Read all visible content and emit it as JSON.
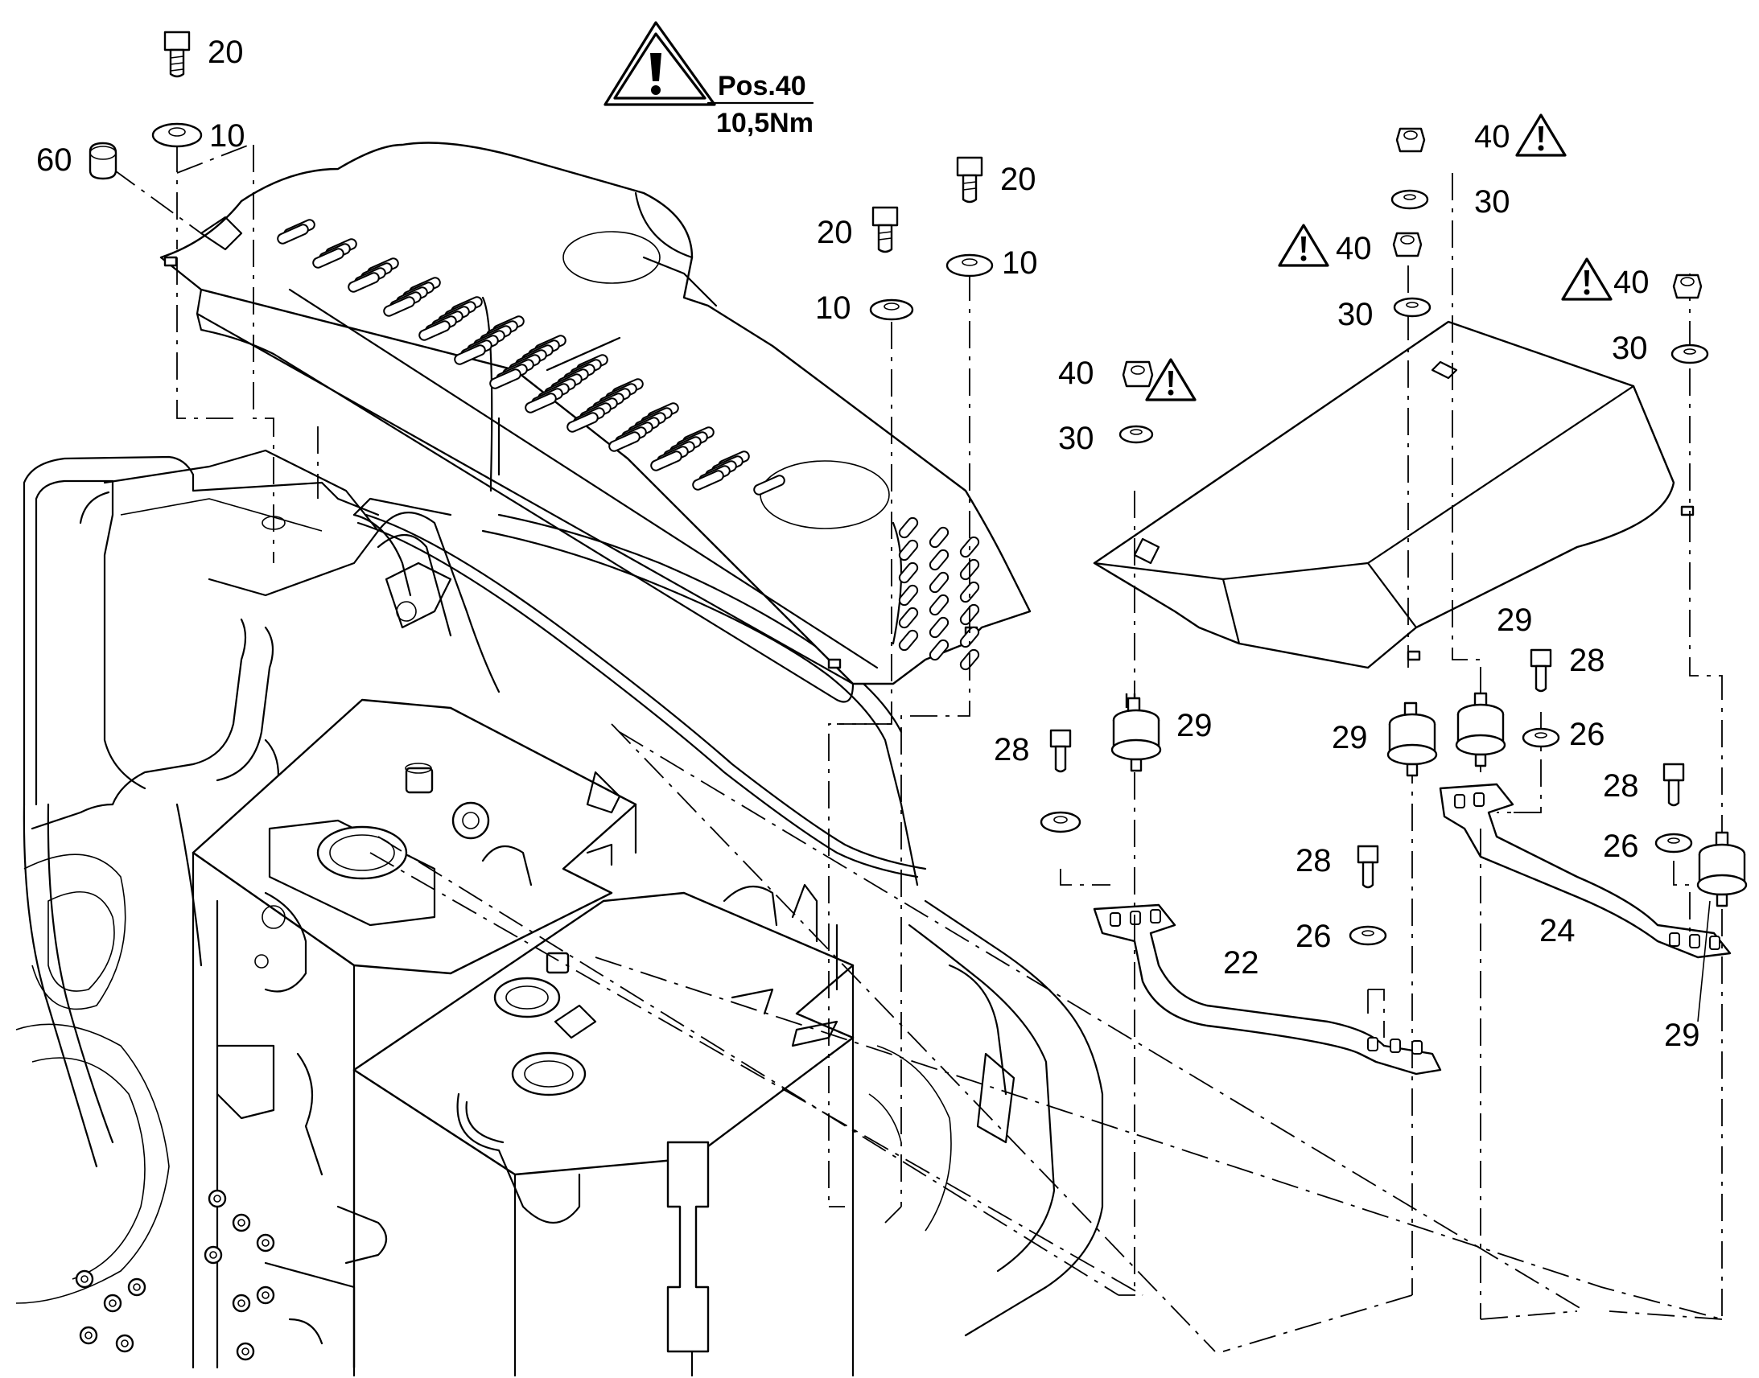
{
  "torque_note": {
    "position": "Pos.40",
    "torque": "10,5Nm",
    "icon": "warning-triangle-icon"
  },
  "callouts": [
    {
      "id": "c20-a",
      "text": "20"
    },
    {
      "id": "c10-a",
      "text": "10"
    },
    {
      "id": "c60",
      "text": "60"
    },
    {
      "id": "c20-b",
      "text": "20"
    },
    {
      "id": "c10-b",
      "text": "10"
    },
    {
      "id": "c20-c",
      "text": "20"
    },
    {
      "id": "c10-c",
      "text": "10"
    },
    {
      "id": "c40-a",
      "text": "40"
    },
    {
      "id": "c30-a",
      "text": "30"
    },
    {
      "id": "c40-b",
      "text": "40"
    },
    {
      "id": "c30-b",
      "text": "30"
    },
    {
      "id": "c40-c",
      "text": "40"
    },
    {
      "id": "c30-c",
      "text": "30"
    },
    {
      "id": "c40-d",
      "text": "40"
    },
    {
      "id": "c30-d",
      "text": "30"
    },
    {
      "id": "c29-a",
      "text": "29"
    },
    {
      "id": "c28-a",
      "text": "28"
    },
    {
      "id": "c29-b",
      "text": "29"
    },
    {
      "id": "c29-c",
      "text": "29"
    },
    {
      "id": "c28-b",
      "text": "28"
    },
    {
      "id": "c26-a",
      "text": "26"
    },
    {
      "id": "c28-c",
      "text": "28"
    },
    {
      "id": "c26-b",
      "text": "26"
    },
    {
      "id": "c28-d",
      "text": "28"
    },
    {
      "id": "c26-c",
      "text": "26"
    },
    {
      "id": "c22",
      "text": "22"
    },
    {
      "id": "c24",
      "text": "24"
    },
    {
      "id": "c29-d",
      "text": "29"
    }
  ]
}
